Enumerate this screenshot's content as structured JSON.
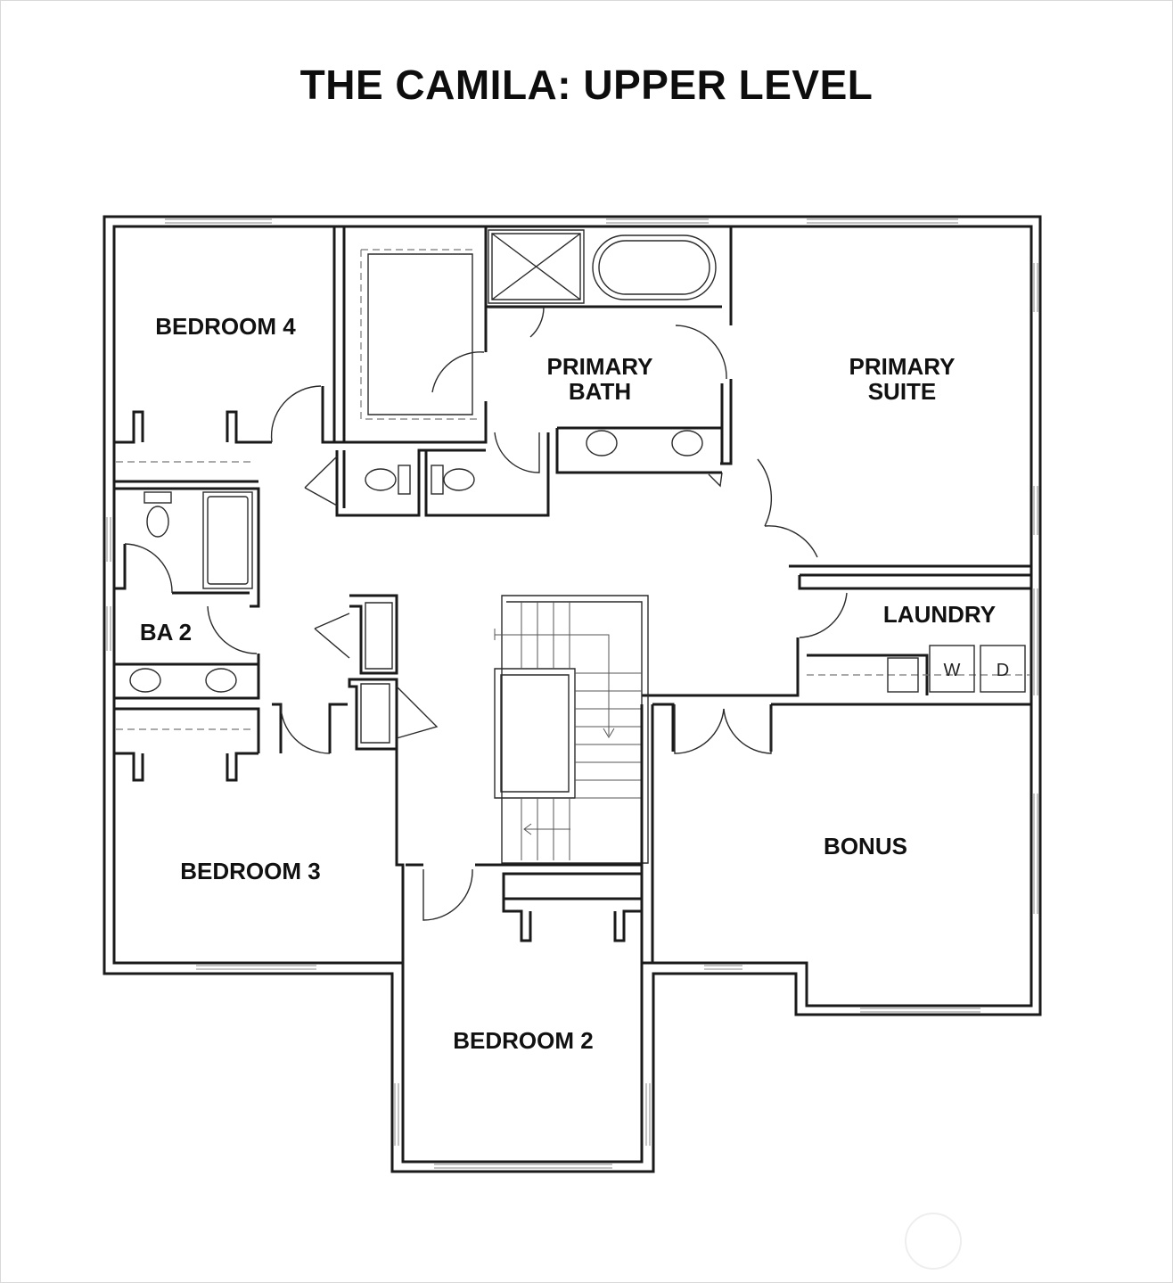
{
  "title": "THE CAMILA: UPPER LEVEL",
  "rooms": {
    "bedroom4": "BEDROOM 4",
    "primary_bath_1": "PRIMARY",
    "primary_bath_2": "BATH",
    "primary_suite_1": "PRIMARY",
    "primary_suite_2": "SUITE",
    "ba2": "BA 2",
    "laundry": "LAUNDRY",
    "bedroom3": "BEDROOM 3",
    "bonus": "BONUS",
    "bedroom2": "BEDROOM 2"
  },
  "appliances": {
    "washer": "W",
    "dryer": "D"
  }
}
